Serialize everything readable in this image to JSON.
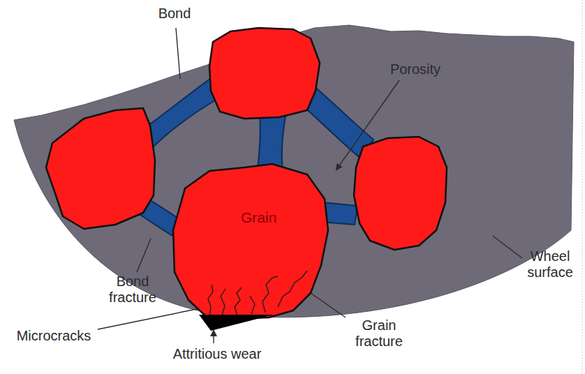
{
  "diagram": {
    "nodes": [
      {
        "text": [
          "Grain"
        ]
      }
    ],
    "labels": [
      "Bond",
      "Porosity",
      "Wheel surface",
      "Bond fracture",
      "Grain fracture",
      "Microcracks",
      "Attritious wear"
    ]
  }
}
